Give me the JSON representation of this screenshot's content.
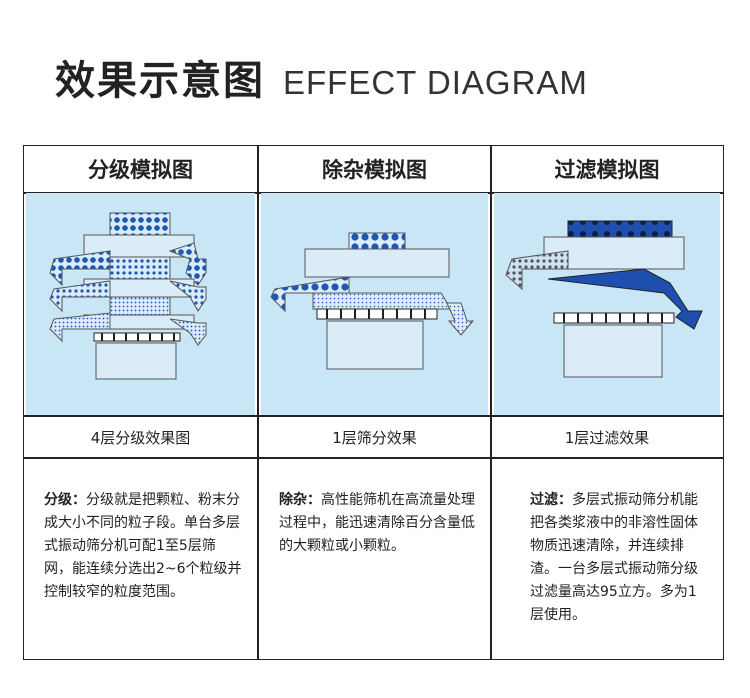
{
  "header": {
    "title_cn": "效果示意图",
    "title_en": "EFFECT DIAGRAM"
  },
  "columns": [
    {
      "title": "分级模拟图",
      "caption": "4层分级效果图",
      "desc_label": "分级：",
      "desc_text": "分级就是把颗粒、粉末分成大小不同的粒子段。单台多层式振动筛分机可配1至5层筛网，能连续分选出2~6个粒级并控制较窄的粒度范围。"
    },
    {
      "title": "除杂模拟图",
      "caption": "1层筛分效果",
      "desc_label": "除杂：",
      "desc_text": "高性能筛机在高流量处理过程中，能迅速清除百分含量低的大颗粒或小颗粒。"
    },
    {
      "title": "过滤模拟图",
      "caption": "1层过滤效果",
      "desc_label": "过滤：",
      "desc_text": "多层式振动筛分机能把各类浆液中的非溶性固体物质迅速清除，并连续排渣。一台多层式振动筛分级过滤量高达95立方。多为1层使用。"
    }
  ],
  "colors": {
    "panel_bg": "#c9e6f7",
    "particle": "#1e57b8",
    "machine": "#d9ecf8",
    "filter_block": "#1f4fae"
  }
}
